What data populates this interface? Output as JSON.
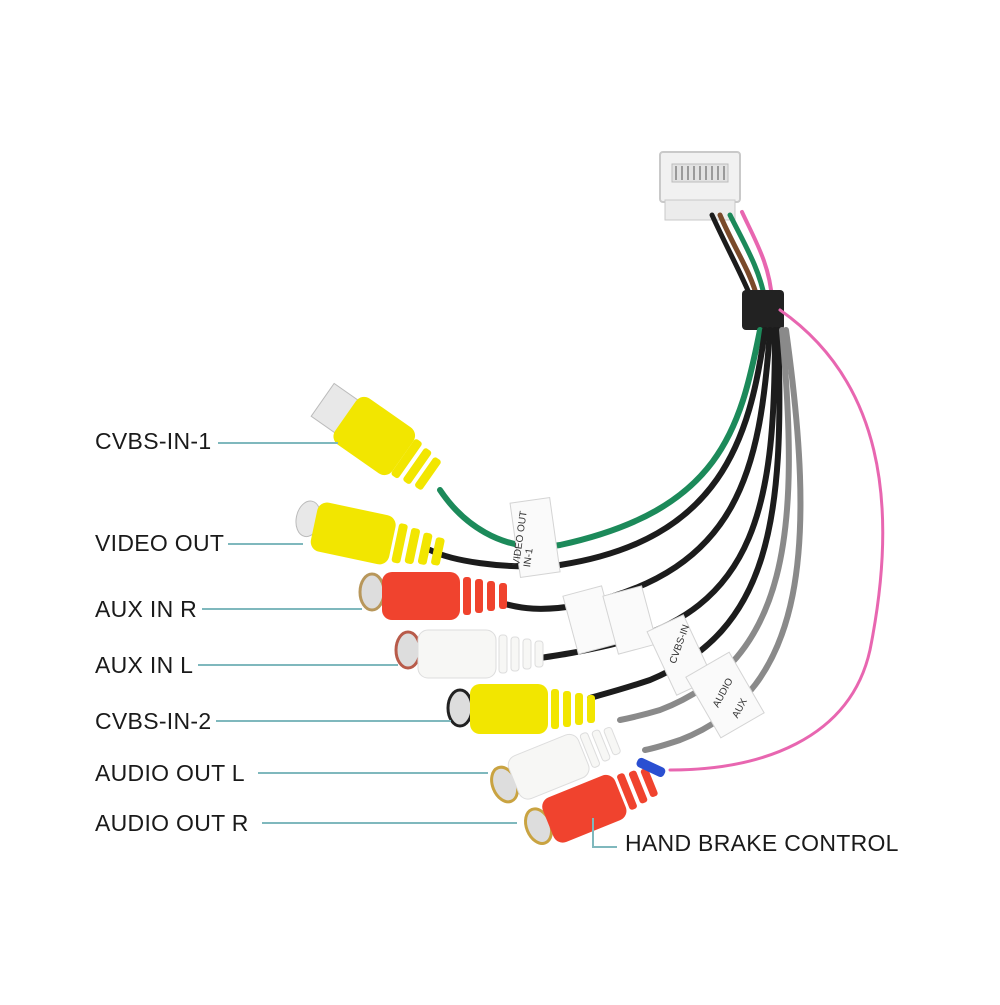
{
  "labels": {
    "cvbs_in_1": "CVBS-IN-1",
    "video_out": "VIDEO OUT",
    "aux_in_r": "AUX IN R",
    "aux_in_l": "AUX IN L",
    "cvbs_in_2": "CVBS-IN-2",
    "audio_out_l": "AUDIO OUT L",
    "audio_out_r": "AUDIO OUT R",
    "hand_brake": "HAND BRAKE CONTROL"
  },
  "cable_tags": [
    "VIDEO OUT",
    "IN-1",
    "CVBS-IN",
    "AUDIO",
    "AUX"
  ],
  "colors": {
    "yellow": "#f2e600",
    "red": "#f0432e",
    "white": "#f7f7f5",
    "black_wire": "#1c1c1c",
    "gray_wire": "#8a8a8a",
    "green_wire": "#1c8a5a",
    "pink_wire": "#e866b0",
    "leader_line": "#7fb8bd"
  }
}
